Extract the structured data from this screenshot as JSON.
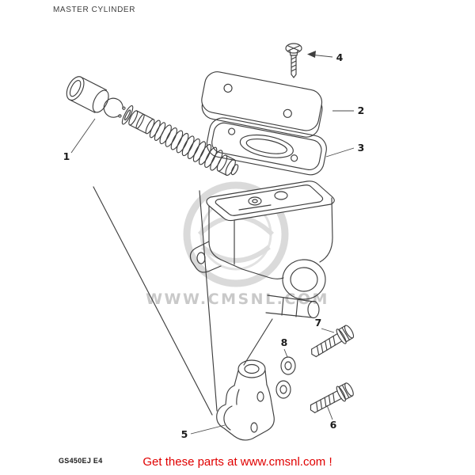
{
  "header": {
    "title": "MASTER CYLINDER"
  },
  "diagram": {
    "callouts": [
      {
        "ref": "1"
      },
      {
        "ref": "2"
      },
      {
        "ref": "3"
      },
      {
        "ref": "4"
      },
      {
        "ref": "5"
      },
      {
        "ref": "6"
      },
      {
        "ref": "7"
      },
      {
        "ref": "8"
      }
    ]
  },
  "watermark": {
    "text": "WWW.CMSNL.COM"
  },
  "footer": {
    "model_code": "GS450EJ E4",
    "promo_text": "Get these parts at www.cmsnl.com !"
  },
  "colors": {
    "promo_red": "#e00000",
    "line": "#3f3f3f",
    "watermark_gray": "#c9c9c9"
  }
}
